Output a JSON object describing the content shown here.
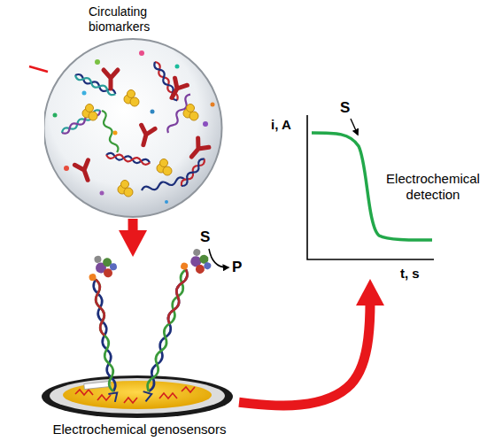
{
  "diagram": {
    "nodes": [
      {
        "text": [
          "Circulating biomarkers"
        ]
      },
      {
        "text": [
          "Electrochemical genosensors"
        ]
      },
      {
        "text": [
          "Electrochemical detection"
        ]
      }
    ],
    "edges": [
      {
        "from": 0,
        "to": 1,
        "arrow": "to"
      },
      {
        "from": 1,
        "to": 2,
        "arrow": "to"
      }
    ],
    "labels": [
      "S",
      "P",
      "S",
      "i, A",
      "t, s"
    ]
  }
}
